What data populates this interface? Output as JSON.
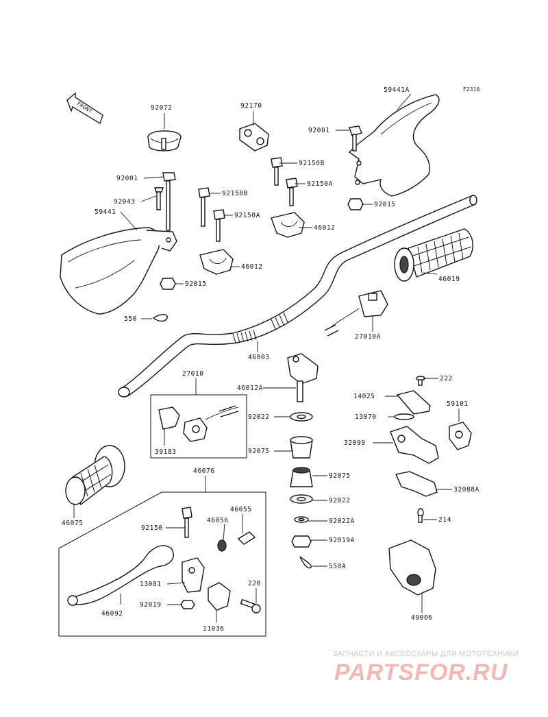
{
  "figure_code": "F2310",
  "front_label": "FRONT",
  "labels": {
    "p92072": "92072",
    "p92170": "92170",
    "p59441A": "59441A",
    "p92001_top": "92001",
    "p92150B_top": "92150B",
    "p92150A_top": "92150A",
    "p92015_top": "92015",
    "p92001_left": "92001",
    "p92043": "92043",
    "p59441": "59441",
    "p92150B_mid": "92150B",
    "p92150A_mid": "92150A",
    "p46012_top": "46012",
    "p46012_mid": "46012",
    "p92015_left": "92015",
    "p46019": "46019",
    "p550": "550",
    "p27010A": "27010A",
    "p46003": "46003",
    "p27010": "27010",
    "p39183": "39183",
    "p46012A": "46012A",
    "p92022_top": "92022",
    "p92075_top": "92075",
    "p92075_bot": "92075",
    "p92022_bot": "92022",
    "p92022A": "92022A",
    "p92019A": "92019A",
    "p550A": "550A",
    "p222": "222",
    "p14025": "14025",
    "p59101": "59101",
    "p13070": "13070",
    "p32099": "32099",
    "p32088A": "32088A",
    "p214": "214",
    "p49006": "49006",
    "p46075": "46075",
    "p46076": "46076",
    "p92150": "92150",
    "p46056": "46056",
    "p46055": "46055",
    "p13081": "13081",
    "p220": "220",
    "p92019": "92019",
    "p46092": "46092",
    "p11036": "11036"
  },
  "watermark": {
    "tagline": "ЗАПЧАСТИ И АКСЕССУАРЫ ДЛЯ МОТОТЕХНИКИ",
    "logo": "PARTSFOR.RU"
  }
}
